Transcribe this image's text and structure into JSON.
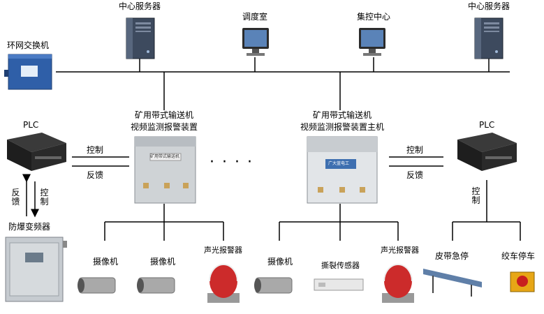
{
  "top": {
    "server_left": "中心服务器",
    "dispatch_room": "调度室",
    "control_center": "集控中心",
    "server_right": "中心服务器",
    "ring_switch": "环网交换机"
  },
  "left_unit": {
    "title_line1": "矿用带式输送机",
    "title_line2": "视频监测报警装置",
    "plc": "PLC",
    "control": "控制",
    "feedback": "反馈",
    "feedback_vert": "反馈",
    "control_vert": "控制",
    "vfd": "防爆变频器",
    "camera1": "摄像机",
    "camera2": "摄像机",
    "alarm": "声光报警器",
    "plate": "矿用带式输送机"
  },
  "right_unit": {
    "title_line1": "矿用带式输送机",
    "title_line2": "视频监测报警装置主机",
    "plc": "PLC",
    "control": "控制",
    "feedback": "反馈",
    "control_vert": "控制",
    "camera": "摄像机",
    "tear_sensor": "撕裂传感器",
    "alarm": "声光报警器",
    "belt_stop": "皮带急停",
    "winch_stop": "绞车停车",
    "plate": "广大蓝电工"
  },
  "dots": "· ·     · ·"
}
